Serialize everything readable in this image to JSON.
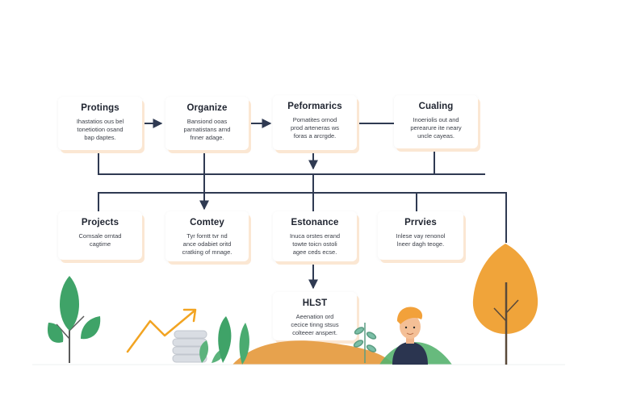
{
  "colors": {
    "connector": "#2f3a52",
    "node_shadow": "#fbe7d3",
    "tree_green": "#3fa368",
    "tree_orange": "#f0a43a",
    "chart_arrow": "#f2a422",
    "ground": "#e7a24d"
  },
  "nodes": {
    "protings": {
      "title": "Protings",
      "desc": "Ihastatios ous bel\ntonetiotion osand\nbap daptes."
    },
    "organize": {
      "title": "Organize",
      "desc": "Bansiond ooas\nparnatistans arnd\nfnner adage."
    },
    "peformarics": {
      "title": "Peformarics",
      "desc": "Pomatites ornod\nprod arteneras ws\nforas a arcrgde."
    },
    "cualing": {
      "title": "Cualing",
      "desc": "Inoeriolis out and\nperearure ite neary\nuncle cayeas."
    },
    "projects": {
      "title": "Projects",
      "desc": "Comsale orntad\ncagtime"
    },
    "comtey": {
      "title": "Comtey",
      "desc": "Tyr forntt tvr nd\nance odabiet oritd\ncratking of mnage."
    },
    "estonance": {
      "title": "Estonance",
      "desc": "Inuca orstes erand\ntowte toicn ostoli\nagee ceds ecse."
    },
    "prrvies": {
      "title": "Prrvies",
      "desc": "Inlese vay renonol\nlneer dagh teoge."
    },
    "hist": {
      "title": "HLST",
      "desc": "Aeenation ord\ncecice tinng stsus\ncolteeer anspert."
    }
  }
}
